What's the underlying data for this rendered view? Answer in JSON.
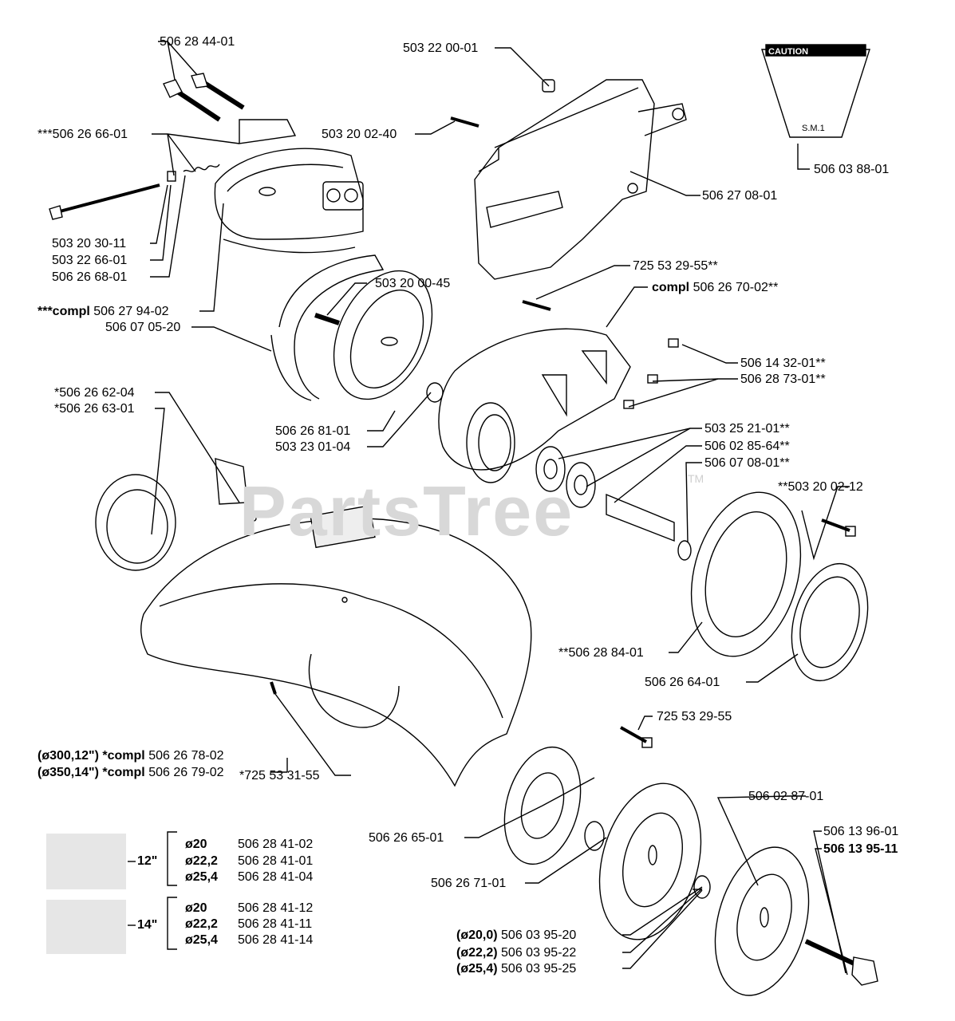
{
  "watermark": "PartsTree",
  "trademark": "TM",
  "caution_label": {
    "title": "CAUTION",
    "code": "S.M.1"
  },
  "labels": {
    "l01": "506 28 44-01",
    "l02": "503 22 00-01",
    "l03": "***506 26 66-01",
    "l04": "503 20 02-40",
    "l05": "506 03 88-01",
    "l06": "506 27 08-01",
    "l07": "503 20 30-11",
    "l08": "503 22 66-01",
    "l09": "506 26 68-01",
    "l10a": "***compl",
    "l10b": " 506 27 94-02",
    "l11": "506 07 05-20",
    "l12": "503 20 00-45",
    "l13": "725 53 29-55**",
    "l14a": "compl",
    "l14b": " 506 26 70-02**",
    "l15": "506 14 32-01**",
    "l16": "506 28 73-01**",
    "l17": "*506 26 62-04",
    "l18": "*506 26 63-01",
    "l19": "506 26 81-01",
    "l20": "503 23 01-04",
    "l21": "503 25 21-01**",
    "l22": "506 02 85-64**",
    "l23": "506 07 08-01**",
    "l24": "**503 20 02-12",
    "l25": "**506 28 84-01",
    "l26": "506 26 64-01",
    "l27": "725 53 29-55",
    "l28a": "(ø300,12\") *compl",
    "l28b": " 506 26 78-02",
    "l29a": "(ø350,14\") *compl",
    "l29b": " 506 26 79-02",
    "l30": "*725 53 31-55",
    "l31": "506 02 87-01",
    "l32": "506 26 65-01",
    "l33": "506 13 96-01",
    "l34": "506 13 95-11",
    "l35": "506 26 71-01",
    "l36a": "(ø20,0)",
    "l36b": " 506 03 95-20",
    "l37a": "(ø22,2)",
    "l37b": " 506 03 95-22",
    "l38a": "(ø25,4)",
    "l38b": " 506 03 95-25"
  },
  "size_table": [
    {
      "size": "12\"",
      "rows": [
        {
          "dia": "ø20",
          "part": "506 28 41-02"
        },
        {
          "dia": "ø22,2",
          "part": "506 28 41-01"
        },
        {
          "dia": "ø25,4",
          "part": "506 28 41-04"
        }
      ]
    },
    {
      "size": "14\"",
      "rows": [
        {
          "dia": "ø20",
          "part": "506 28 41-12"
        },
        {
          "dia": "ø22,2",
          "part": "506 28 41-11"
        },
        {
          "dia": "ø25,4",
          "part": "506 28 41-14"
        }
      ]
    }
  ]
}
